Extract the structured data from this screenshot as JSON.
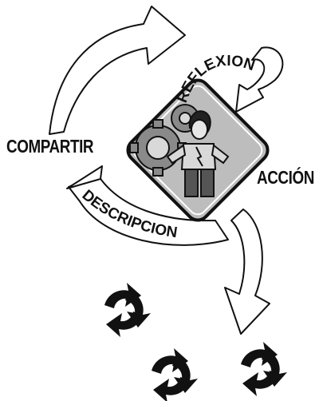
{
  "cycle": {
    "steps": {
      "reflection": "REFLEXION",
      "action": "ACCIÓN",
      "description": "DESCRIPCION",
      "share": "COMPARTIR"
    }
  },
  "icons": [
    "recycle-cycle-icon",
    "recycle-cycle-icon",
    "recycle-cycle-icon"
  ],
  "colors": {
    "ink": "#111111",
    "paper": "#ffffff",
    "badge_fill": "#bdbdbd",
    "gear_fill": "#8a8a8a"
  }
}
